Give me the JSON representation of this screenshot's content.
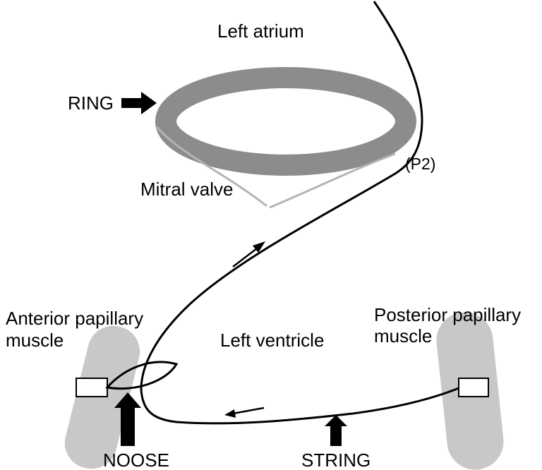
{
  "labels": {
    "left_atrium": "Left atrium",
    "ring": "RING",
    "p2": "(P2)",
    "mitral_valve": "Mitral valve",
    "anterior_papillary_line1": "Anterior papillary",
    "anterior_papillary_line2": "muscle",
    "left_ventricle": "Left ventricle",
    "posterior_papillary_line1": "Posterior papillary",
    "posterior_papillary_line2": "muscle",
    "noose": "NOOSE",
    "string": "STRING"
  },
  "colors": {
    "ring": "#8c8c8c",
    "muscle": "#c8c8c8",
    "valve_leaflet": "#b4b4b4",
    "line": "#000000",
    "background": "#ffffff"
  }
}
